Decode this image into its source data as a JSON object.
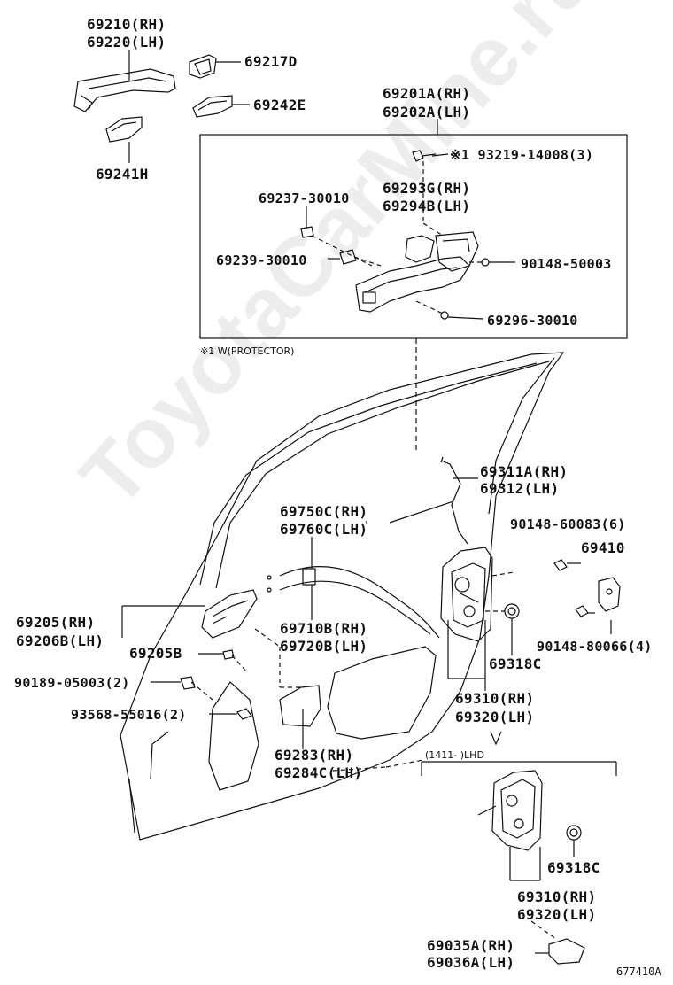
{
  "watermark": "ToyotaCarMine.ru",
  "figure_id": "677410A",
  "labels": {
    "p69210": "69210(RH)",
    "p69220": "69220(LH)",
    "p69217D": "69217D",
    "p69242E": "69242E",
    "p69241H": "69241H",
    "p69201A": "69201A(RH)",
    "p69202A": "69202A(LH)",
    "p93219": "※1 93219-14008(3)",
    "p69237": "69237-30010",
    "p69293G": "69293G(RH)",
    "p69294B": "69294B(LH)",
    "p69239": "69239-30010",
    "p90148_50003": "90148-50003",
    "p69296": "69296-30010",
    "protector_note": "※1 W(PROTECTOR)",
    "p69311A": "69311A(RH)",
    "p69312": "69312(LH)",
    "p69750C": "69750C(RH)",
    "p69760C": "69760C(LH)",
    "p90148_60083": "90148-60083(6)",
    "p69410": "69410",
    "p69205": "69205(RH)",
    "p69206B": "69206B(LH)",
    "p69710B": "69710B(RH)",
    "p69720B": "69720B(LH)",
    "p69205B": "69205B",
    "p90148_80066": "90148-80066(4)",
    "p90189": "90189-05003(2)",
    "p69318C_a": "69318C",
    "p69310_a": "69310(RH)",
    "p69320_a": "69320(LH)",
    "p93568": "93568-55016(2)",
    "p69283": "69283(RH)",
    "p69284C": "69284C(LH)",
    "range_note": "(1411-  )LHD",
    "p69318C_b": "69318C",
    "p69310_b": "69310(RH)",
    "p69320_b": "69320(LH)",
    "p69035A": "69035A(RH)",
    "p69036A": "69036A(LH)"
  }
}
